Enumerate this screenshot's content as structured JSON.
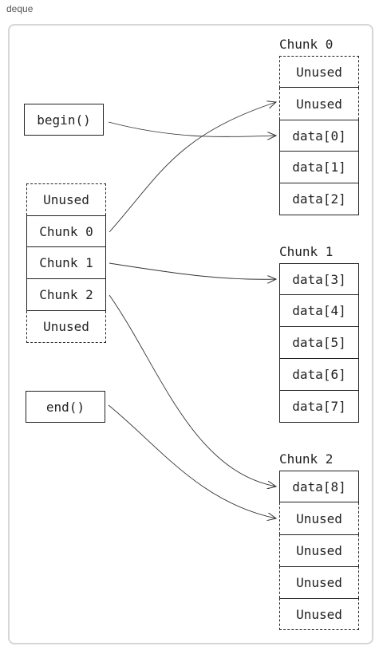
{
  "diagram": {
    "frame_label": "deque",
    "pointers": {
      "begin": "begin()",
      "end": "end()"
    },
    "map": [
      "Unused",
      "Chunk 0",
      "Chunk 1",
      "Chunk 2",
      "Unused"
    ],
    "chunks": [
      {
        "title": "Chunk 0",
        "cells": [
          "Unused",
          "Unused",
          "data[0]",
          "data[1]",
          "data[2]"
        ]
      },
      {
        "title": "Chunk 1",
        "cells": [
          "data[3]",
          "data[4]",
          "data[5]",
          "data[6]",
          "data[7]"
        ]
      },
      {
        "title": "Chunk 2",
        "cells": [
          "data[8]",
          "Unused",
          "Unused",
          "Unused",
          "Unused"
        ]
      }
    ]
  }
}
